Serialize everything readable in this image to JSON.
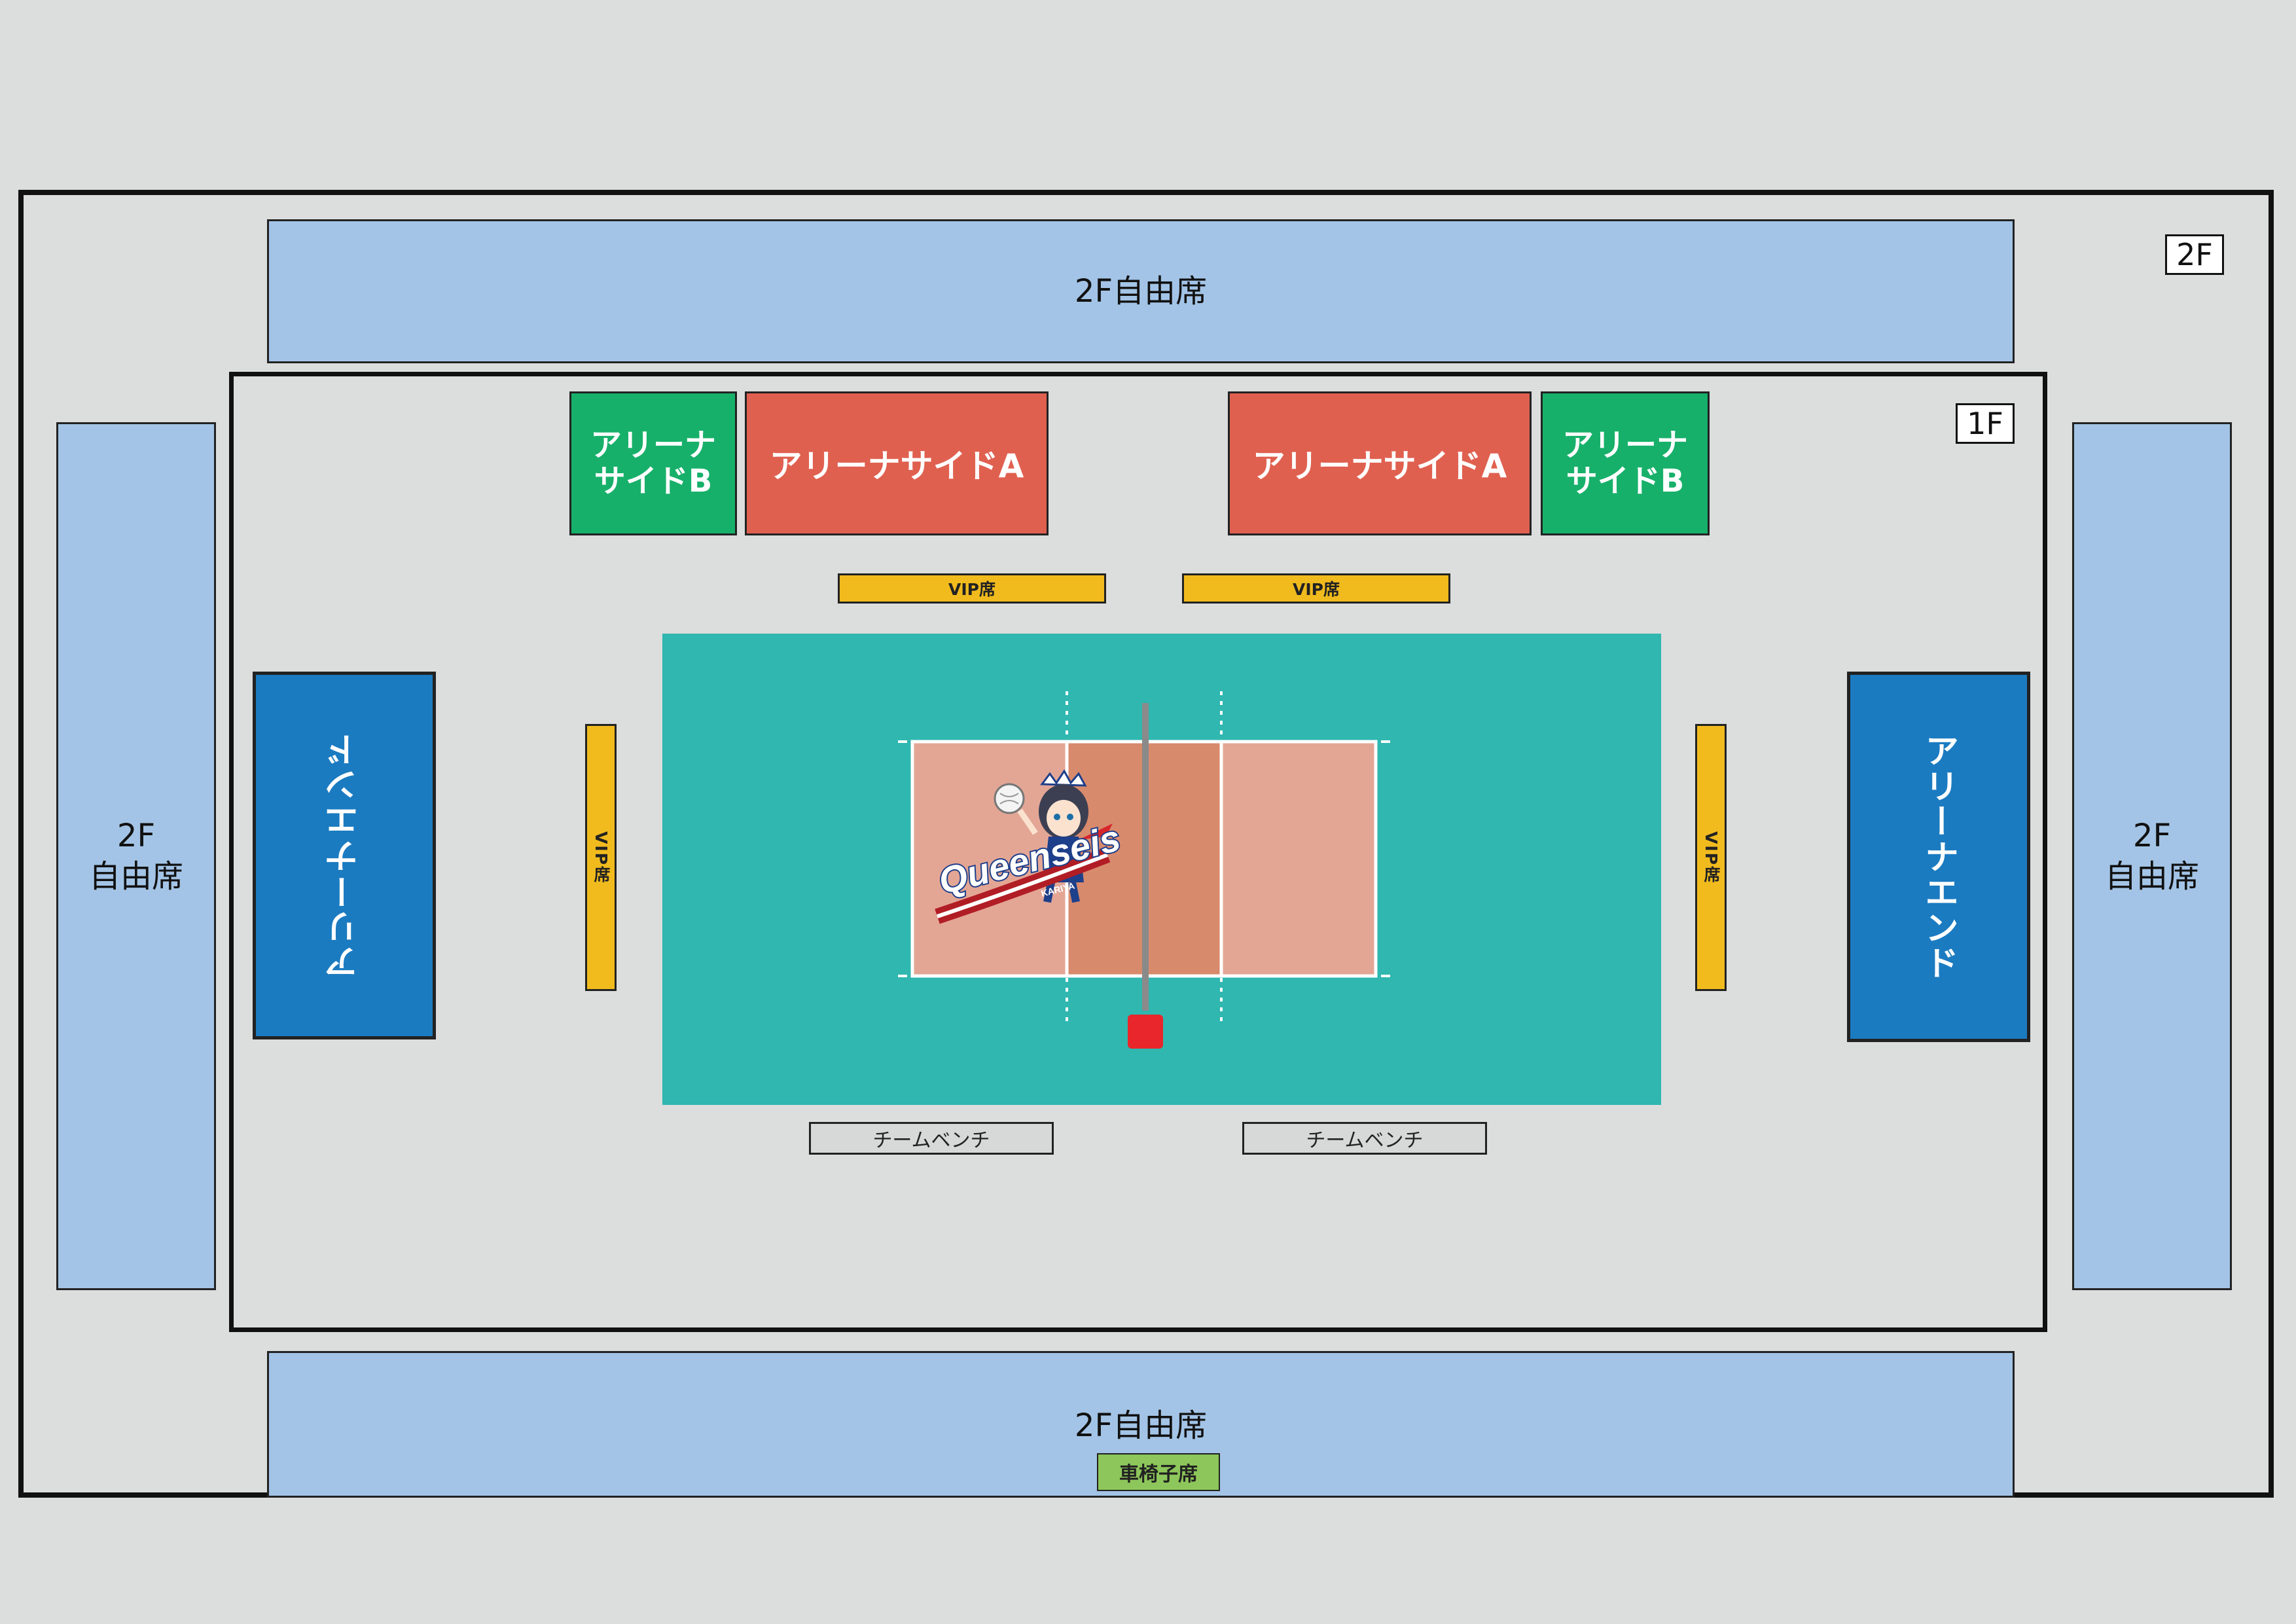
{
  "floors": {
    "second_label": "2F",
    "first_label": "1F"
  },
  "seats": {
    "free_top": "2F自由席",
    "free_bottom": "2F自由席",
    "free_left": "2F\n自由席",
    "free_right": "2F\n自由席",
    "arena_side_a_left": "アリーナサイドA",
    "arena_side_a_right": "アリーナサイドA",
    "arena_side_b_left": "アリーナ\nサイドB",
    "arena_side_b_right": "アリーナ\nサイドB",
    "arena_end_left": "アリーナエンド",
    "arena_end_right": "アリーナエンド",
    "vip_top_left": "VIP席",
    "vip_top_right": "VIP席",
    "vip_left": "VIP席",
    "vip_right": "VIP席",
    "bench_left": "チームベンチ",
    "bench_right": "チームベンチ",
    "wheelchair": "車椅子席"
  },
  "logo": {
    "name": "Queenseis",
    "sub": "KARIYA"
  },
  "colors": {
    "background": "#dcdddd",
    "free_seat": "#a3c4e6",
    "arena_side_a": "#e06050",
    "arena_side_b": "#17b06a",
    "arena_end": "#1b7bc1",
    "vip": "#f1bb1e",
    "court_surround": "#2fb7b0",
    "court": "#e3a695",
    "court_attack_zone": "#d88a6c",
    "net_post": "#e8262b"
  }
}
